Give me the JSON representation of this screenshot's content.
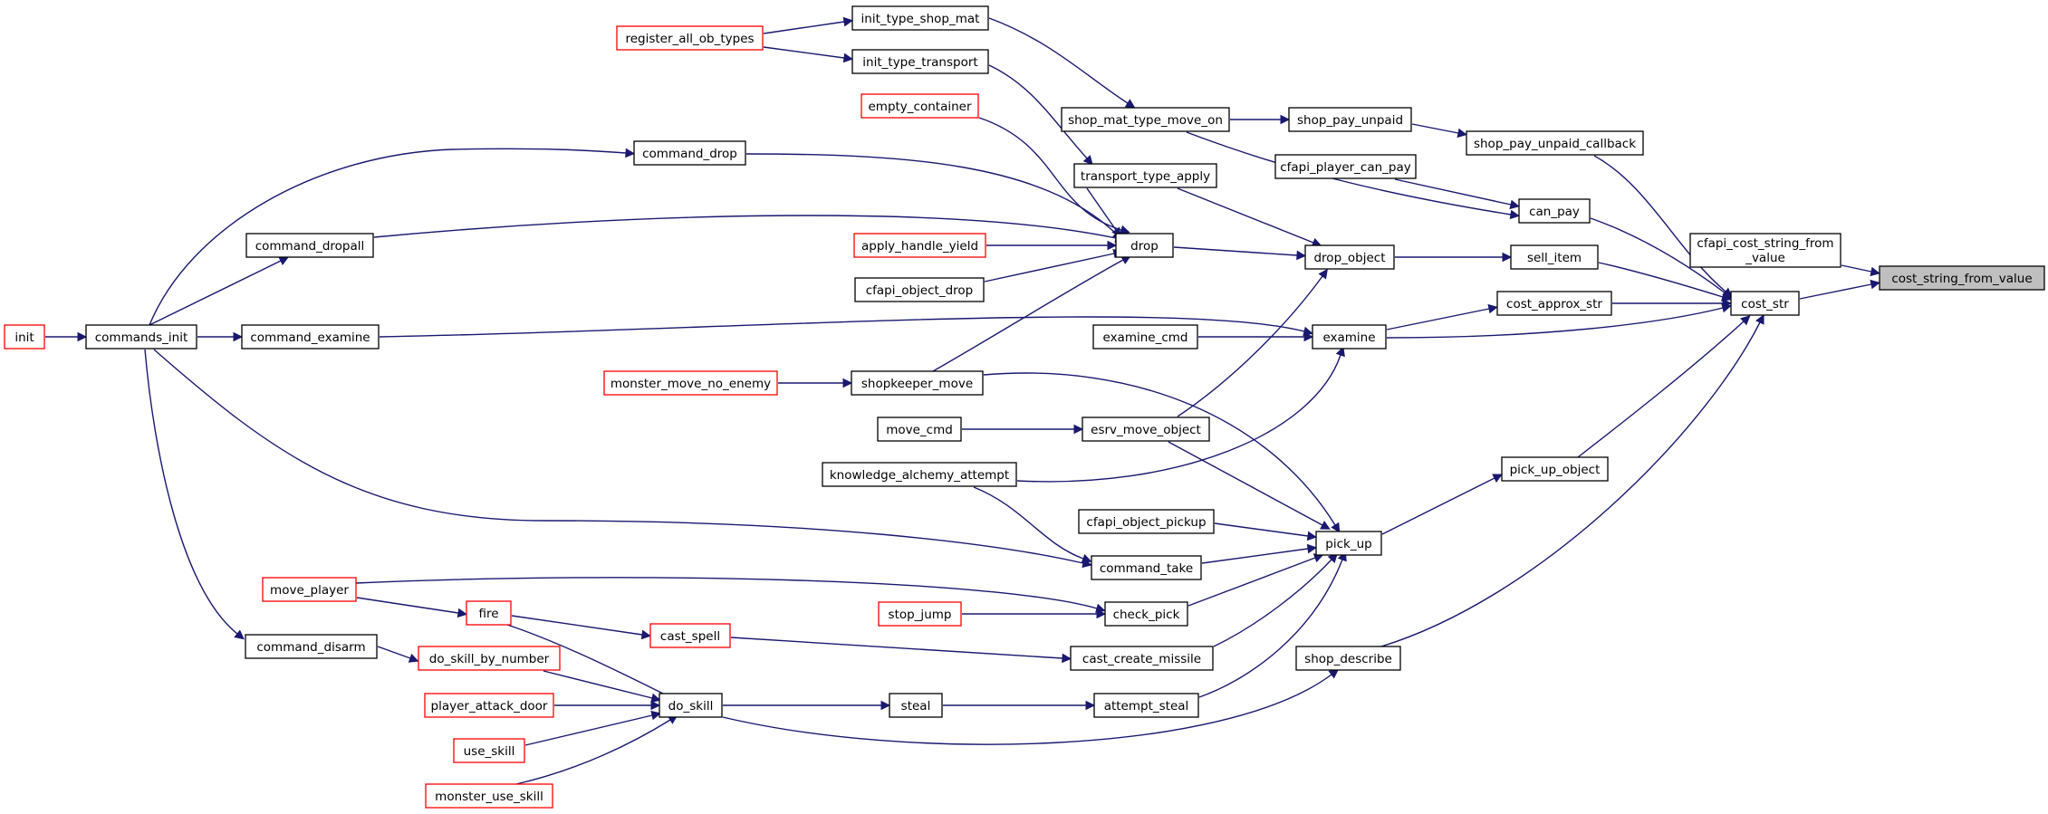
{
  "graph": {
    "legend": {
      "black": "#000000",
      "red": "#ff0000",
      "edge": "#191970",
      "focus": "#bfbfbf"
    },
    "nodes": [
      {
        "id": "cost_string_from_value",
        "label": "cost_string_from_value"
      },
      {
        "id": "cfapi_cost_string_from_value",
        "label": "cfapi_cost_string_from",
        "label2": "_value"
      },
      {
        "id": "cost_str",
        "label": "cost_str"
      },
      {
        "id": "shop_pay_unpaid_callback",
        "label": "shop_pay_unpaid_callback"
      },
      {
        "id": "can_pay",
        "label": "can_pay"
      },
      {
        "id": "sell_item",
        "label": "sell_item"
      },
      {
        "id": "cost_approx_str",
        "label": "cost_approx_str"
      },
      {
        "id": "examine",
        "label": "examine"
      },
      {
        "id": "pick_up_object",
        "label": "pick_up_object"
      },
      {
        "id": "shop_describe",
        "label": "shop_describe"
      },
      {
        "id": "shop_pay_unpaid",
        "label": "shop_pay_unpaid"
      },
      {
        "id": "cfapi_player_can_pay",
        "label": "cfapi_player_can_pay"
      },
      {
        "id": "drop_object",
        "label": "drop_object"
      },
      {
        "id": "examine_cmd",
        "label": "examine_cmd"
      },
      {
        "id": "pick_up",
        "label": "pick_up"
      },
      {
        "id": "shop_mat_type_move_on",
        "label": "shop_mat_type_move_on"
      },
      {
        "id": "transport_type_apply",
        "label": "transport_type_apply"
      },
      {
        "id": "drop",
        "label": "drop"
      },
      {
        "id": "esrv_move_object",
        "label": "esrv_move_object"
      },
      {
        "id": "cfapi_object_pickup",
        "label": "cfapi_object_pickup"
      },
      {
        "id": "command_take",
        "label": "command_take"
      },
      {
        "id": "check_pick",
        "label": "check_pick"
      },
      {
        "id": "cast_create_missile",
        "label": "cast_create_missile"
      },
      {
        "id": "attempt_steal",
        "label": "attempt_steal"
      },
      {
        "id": "init_type_shop_mat",
        "label": "init_type_shop_mat"
      },
      {
        "id": "init_type_transport",
        "label": "init_type_transport"
      },
      {
        "id": "register_all_ob_types",
        "label": "register_all_ob_types"
      },
      {
        "id": "empty_container",
        "label": "empty_container"
      },
      {
        "id": "command_drop",
        "label": "command_drop"
      },
      {
        "id": "apply_handle_yield",
        "label": "apply_handle_yield"
      },
      {
        "id": "cfapi_object_drop",
        "label": "cfapi_object_drop"
      },
      {
        "id": "shopkeeper_move",
        "label": "shopkeeper_move"
      },
      {
        "id": "monster_move_no_enemy",
        "label": "monster_move_no_enemy"
      },
      {
        "id": "move_cmd",
        "label": "move_cmd"
      },
      {
        "id": "knowledge_alchemy_attempt",
        "label": "knowledge_alchemy_attempt"
      },
      {
        "id": "steal",
        "label": "steal"
      },
      {
        "id": "do_skill",
        "label": "do_skill"
      },
      {
        "id": "stop_jump",
        "label": "stop_jump"
      },
      {
        "id": "cast_spell",
        "label": "cast_spell"
      },
      {
        "id": "fire",
        "label": "fire"
      },
      {
        "id": "move_player",
        "label": "move_player"
      },
      {
        "id": "do_skill_by_number",
        "label": "do_skill_by_number"
      },
      {
        "id": "player_attack_door",
        "label": "player_attack_door"
      },
      {
        "id": "use_skill",
        "label": "use_skill"
      },
      {
        "id": "monster_use_skill",
        "label": "monster_use_skill"
      },
      {
        "id": "command_disarm",
        "label": "command_disarm"
      },
      {
        "id": "command_dropall",
        "label": "command_dropall"
      },
      {
        "id": "command_examine",
        "label": "command_examine"
      },
      {
        "id": "commands_init",
        "label": "commands_init"
      },
      {
        "id": "init",
        "label": "init"
      }
    ],
    "edges": [
      {
        "from": "cfapi_cost_string_from_value",
        "to": "cost_string_from_value"
      },
      {
        "from": "cost_str",
        "to": "cost_string_from_value"
      },
      {
        "from": "shop_pay_unpaid_callback",
        "to": "cost_str"
      },
      {
        "from": "can_pay",
        "to": "cost_str"
      },
      {
        "from": "sell_item",
        "to": "cost_str"
      },
      {
        "from": "cost_approx_str",
        "to": "cost_str"
      },
      {
        "from": "examine",
        "to": "cost_str"
      },
      {
        "from": "pick_up_object",
        "to": "cost_str"
      },
      {
        "from": "shop_describe",
        "to": "cost_str"
      },
      {
        "from": "shop_pay_unpaid",
        "to": "shop_pay_unpaid_callback"
      },
      {
        "from": "cfapi_player_can_pay",
        "to": "can_pay"
      },
      {
        "from": "shop_mat_type_move_on",
        "to": "can_pay"
      },
      {
        "from": "drop_object",
        "to": "sell_item"
      },
      {
        "from": "examine",
        "to": "cost_approx_str"
      },
      {
        "from": "examine_cmd",
        "to": "examine"
      },
      {
        "from": "command_examine",
        "to": "examine"
      },
      {
        "from": "knowledge_alchemy_attempt",
        "to": "examine"
      },
      {
        "from": "pick_up",
        "to": "pick_up_object"
      },
      {
        "from": "do_skill",
        "to": "shop_describe"
      },
      {
        "from": "shop_mat_type_move_on",
        "to": "shop_pay_unpaid"
      },
      {
        "from": "init_type_shop_mat",
        "to": "shop_mat_type_move_on"
      },
      {
        "from": "transport_type_apply",
        "to": "drop_object"
      },
      {
        "from": "drop",
        "to": "drop_object"
      },
      {
        "from": "esrv_move_object",
        "to": "drop_object"
      },
      {
        "from": "init_type_transport",
        "to": "transport_type_apply"
      },
      {
        "from": "register_all_ob_types",
        "to": "init_type_shop_mat"
      },
      {
        "from": "register_all_ob_types",
        "to": "init_type_transport"
      },
      {
        "from": "empty_container",
        "to": "drop"
      },
      {
        "from": "transport_type_apply",
        "to": "drop"
      },
      {
        "from": "command_drop",
        "to": "drop"
      },
      {
        "from": "command_dropall",
        "to": "drop"
      },
      {
        "from": "apply_handle_yield",
        "to": "drop"
      },
      {
        "from": "cfapi_object_drop",
        "to": "drop"
      },
      {
        "from": "shopkeeper_move",
        "to": "drop"
      },
      {
        "from": "monster_move_no_enemy",
        "to": "shopkeeper_move"
      },
      {
        "from": "move_cmd",
        "to": "esrv_move_object"
      },
      {
        "from": "shopkeeper_move",
        "to": "pick_up"
      },
      {
        "from": "esrv_move_object",
        "to": "pick_up"
      },
      {
        "from": "cfapi_object_pickup",
        "to": "pick_up"
      },
      {
        "from": "command_take",
        "to": "pick_up"
      },
      {
        "from": "check_pick",
        "to": "pick_up"
      },
      {
        "from": "cast_create_missile",
        "to": "pick_up"
      },
      {
        "from": "attempt_steal",
        "to": "pick_up"
      },
      {
        "from": "knowledge_alchemy_attempt",
        "to": "command_take"
      },
      {
        "from": "commands_init",
        "to": "command_take"
      },
      {
        "from": "move_player",
        "to": "check_pick"
      },
      {
        "from": "stop_jump",
        "to": "check_pick"
      },
      {
        "from": "cast_spell",
        "to": "cast_create_missile"
      },
      {
        "from": "steal",
        "to": "attempt_steal"
      },
      {
        "from": "do_skill",
        "to": "steal"
      },
      {
        "from": "fire",
        "to": "cast_spell"
      },
      {
        "from": "move_player",
        "to": "fire"
      },
      {
        "from": "fire",
        "to": "do_skill"
      },
      {
        "from": "do_skill_by_number",
        "to": "do_skill"
      },
      {
        "from": "player_attack_door",
        "to": "do_skill"
      },
      {
        "from": "use_skill",
        "to": "do_skill"
      },
      {
        "from": "monster_use_skill",
        "to": "do_skill"
      },
      {
        "from": "command_disarm",
        "to": "do_skill_by_number"
      },
      {
        "from": "commands_init",
        "to": "command_drop"
      },
      {
        "from": "commands_init",
        "to": "command_dropall"
      },
      {
        "from": "commands_init",
        "to": "command_examine"
      },
      {
        "from": "commands_init",
        "to": "command_disarm"
      },
      {
        "from": "init",
        "to": "commands_init"
      }
    ]
  }
}
